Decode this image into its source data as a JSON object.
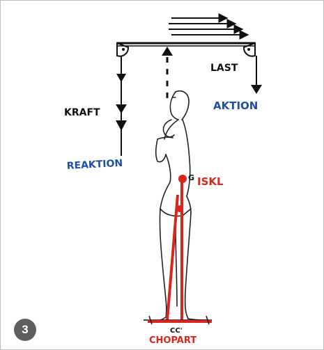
{
  "figure": {
    "number": "3",
    "labels": {
      "last": "LAST",
      "aktion": "AKTION",
      "kraft": "KRAFT",
      "reaktion": "REAKTION",
      "g": "G",
      "iskl": "ISKL",
      "cc": "CC'",
      "chopart": "CHOPART"
    },
    "colors": {
      "ink": "#111111",
      "blue": "#1f4fa8",
      "red": "#d8261c",
      "frame": "#bdbdbd",
      "badge": "#5f5f5f"
    },
    "icons": [
      "pulley-icon",
      "pivot-triangle-icon",
      "arrow-down-icon",
      "arrow-right-icon"
    ]
  }
}
